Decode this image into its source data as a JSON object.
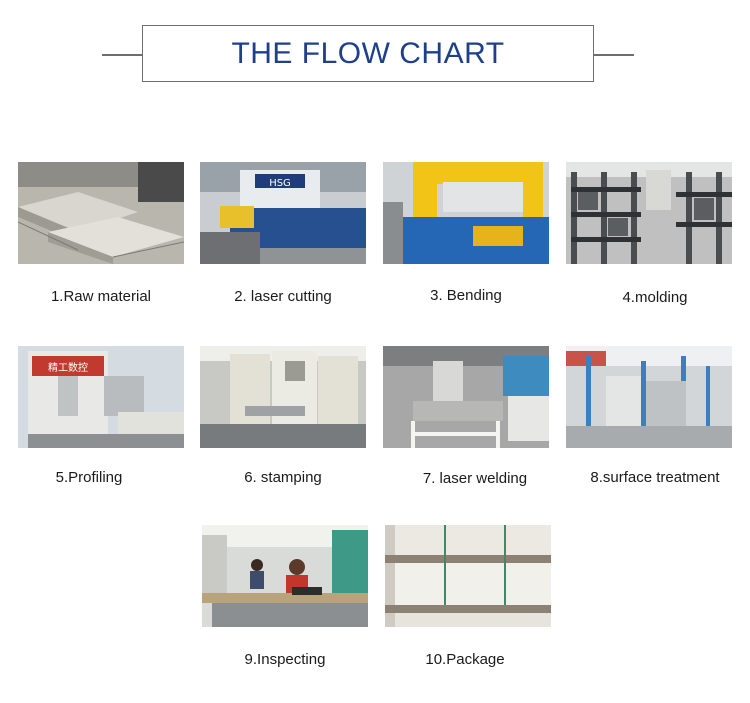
{
  "title": "THE FLOW CHART",
  "steps": [
    {
      "label": "1.Raw material",
      "icon": "raw-material-photo"
    },
    {
      "label": "2. laser cutting",
      "icon": "laser-cutting-photo"
    },
    {
      "label": "3. Bending",
      "icon": "bending-photo"
    },
    {
      "label": "4.molding",
      "icon": "molding-photo"
    },
    {
      "label": "5.Profiling",
      "icon": "profiling-photo"
    },
    {
      "label": "6. stamping",
      "icon": "stamping-photo"
    },
    {
      "label": "7. laser welding",
      "icon": "laser-welding-photo"
    },
    {
      "label": "8.surface treatment",
      "icon": "surface-treatment-photo"
    },
    {
      "label": "9.Inspecting",
      "icon": "inspecting-photo"
    },
    {
      "label": "10.Package",
      "icon": "package-photo"
    }
  ],
  "colors": {
    "title": "#1d3f8c",
    "frame": "#6e6e6e",
    "text": "#1a1a1a"
  }
}
